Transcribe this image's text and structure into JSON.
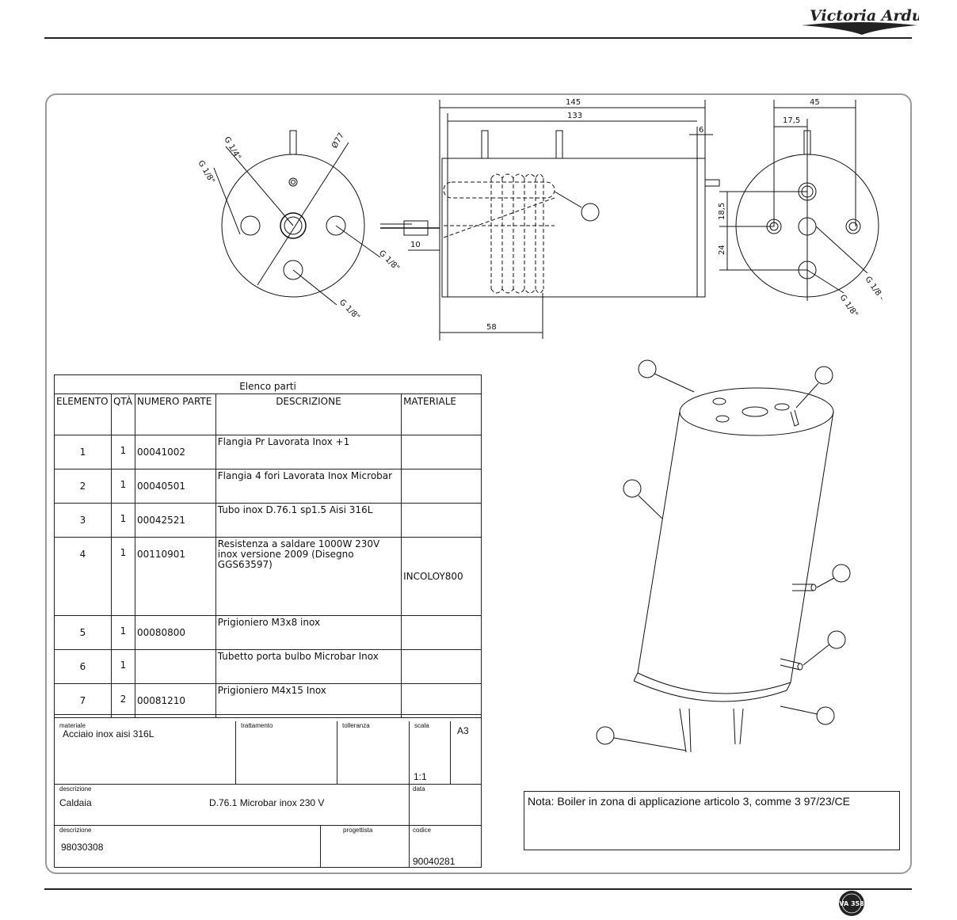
{
  "brand": {
    "logo_text": "Victoria Arduino"
  },
  "dimensions": {
    "d145": "145",
    "d133": "133",
    "d6": "6",
    "d10": "10",
    "d58": "58",
    "d45": "45",
    "d17_5": "17,5",
    "d18_5": "18,5",
    "d24": "24",
    "g14": "G 1/4\"",
    "g18_a": "G 1/8\"",
    "g18_b": "G 1/8\"",
    "g18_c": "G 1/8\"",
    "g18_d": "G 1/8 -",
    "g18_e": "G 1/8\"",
    "diam77": "Ø77"
  },
  "parts_list": {
    "caption": "Elenco parti",
    "headers": {
      "element": "ELEMENTO",
      "qty": "QTÀ",
      "part": "NUMERO PARTE",
      "desc": "DESCRIZIONE",
      "material": "MATERIALE"
    },
    "rows": [
      {
        "element": "1",
        "qty": "1",
        "part": "00041002",
        "desc": "Flangia Pr Lavorata Inox +1",
        "material": ""
      },
      {
        "element": "2",
        "qty": "1",
        "part": "00040501",
        "desc": "Flangia 4 fori Lavorata Inox Microbar",
        "material": ""
      },
      {
        "element": "3",
        "qty": "1",
        "part": "00042521",
        "desc": "Tubo inox D.76.1 sp1.5 Aisi 316L",
        "material": ""
      },
      {
        "element": "4",
        "qty": "1",
        "part": "00110901",
        "desc": "Resistenza a saldare 1000W 230V inox versione 2009 (Disegno GGS63597)",
        "material": "INCOLOY800"
      },
      {
        "element": "5",
        "qty": "1",
        "part": "00080800",
        "desc": "Prigioniero M3x8 inox",
        "material": ""
      },
      {
        "element": "6",
        "qty": "1",
        "part": "",
        "desc": "Tubetto porta bulbo Microbar Inox",
        "material": ""
      },
      {
        "element": "7",
        "qty": "2",
        "part": "00081210",
        "desc": "Prigioniero M4x15 Inox",
        "material": ""
      }
    ]
  },
  "title_block": {
    "materiale_label": "materiale",
    "materiale_value": "Acciaio inox aisi 316L",
    "trattamento_label": "trattamento",
    "tolleranza_label": "tolleranza",
    "scala_label": "scala",
    "scala_value": "1:1",
    "format": "A3",
    "descrizione_label": "descrizione",
    "descrizione_value": "Caldaia",
    "descrizione_value2": "D.76.1 Microbar inox 230 V",
    "data_label": "data",
    "descrizione2_label": "descrizione",
    "descrizione2_value": "98030308",
    "progettista_label": "progettista",
    "codice_label": "codice",
    "codice_value": "90040281"
  },
  "note": {
    "label": "Nota:",
    "text": "Boiler in zona di applicazione articolo 3, comme 3 97/23/CE"
  },
  "footer_badge": "VA 358"
}
